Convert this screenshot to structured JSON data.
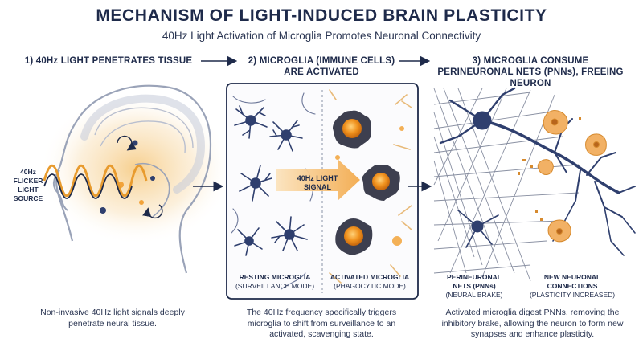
{
  "header": {
    "title": "MECHANISM OF LIGHT-INDUCED BRAIN PLASTICITY",
    "subtitle": "40Hz Light Activation of Microglia Promotes Neuronal Connectivity"
  },
  "steps": [
    {
      "label": "1) 40Hz LIGHT PENETRATES TISSUE"
    },
    {
      "label": "2) MICROGLIA (IMMUNE CELLS) ARE ACTIVATED"
    },
    {
      "label": "3) MICROGLIA CONSUME PERINEURONAL NETS (PNNs), FREEING NEURON"
    }
  ],
  "panel1": {
    "source_label": "40Hz FLICKER LIGHT SOURCE",
    "caption": "Non-invasive 40Hz light signals deeply penetrate neural tissue."
  },
  "panel2": {
    "signal_label": "40Hz LIGHT SIGNAL",
    "resting": {
      "title": "RESTING MICROGLIA",
      "sub": "(SURVEILLANCE MODE)"
    },
    "activated": {
      "title": "ACTIVATED MICROGLIA",
      "sub": "(PHAGOCYTIC MODE)"
    },
    "caption": "The 40Hz frequency specifically triggers microglia to shift from surveillance to an activated, scavenging state."
  },
  "panel3": {
    "pnn": {
      "title": "PERINEURONAL NETS (PNNs)",
      "sub": "(NEURAL BRAKE)"
    },
    "new": {
      "title": "NEW NEURONAL CONNECTIONS",
      "sub": "(PLASTICITY INCREASED)"
    },
    "caption": "Activated microglia digest PNNs, removing the inhibitory brake, allowing the neuron to form new synapses and enhance plasticity."
  },
  "colors": {
    "navy": "#1e2a4a",
    "neuron_blue": "#2f3f6e",
    "orange": "#f2a33a",
    "tan": "#e9c79a",
    "background": "#ffffff"
  }
}
